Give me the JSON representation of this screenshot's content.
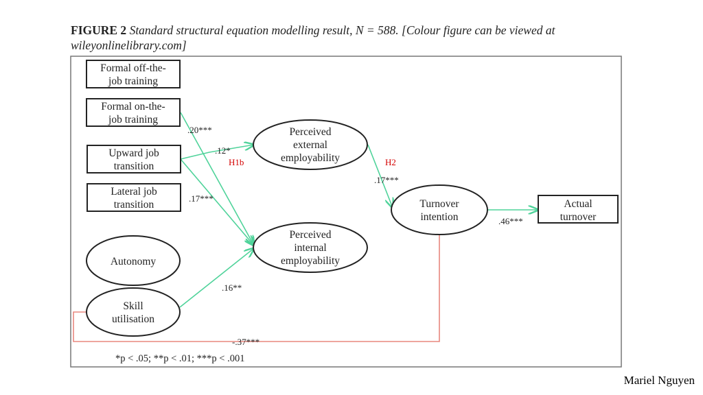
{
  "caption": {
    "label": "FIGURE 2",
    "text": "Standard structural equation modelling result, N = 588. [Colour figure can be viewed at wileyonlinelibrary.com]"
  },
  "nodes": {
    "off_job": [
      "Formal off-the-",
      "job training"
    ],
    "on_job": [
      "Formal on-the-",
      "job training"
    ],
    "upward": [
      "Upward job",
      "transition"
    ],
    "lateral": [
      "Lateral job",
      "transition"
    ],
    "autonomy": [
      "Autonomy"
    ],
    "skill": [
      "Skill",
      "utilisation"
    ],
    "pee": [
      "Perceived",
      "external",
      "employability"
    ],
    "pie": [
      "Perceived",
      "internal",
      "employability"
    ],
    "turnover": [
      "Turnover",
      "intention"
    ],
    "actual": [
      "Actual",
      "turnover"
    ]
  },
  "coefficients": {
    "on_job_pie": ".20***",
    "upward_pee": ".12*",
    "upward_pie": ".17***",
    "skill_pie": ".16**",
    "pee_turnover": ".17***",
    "turnover_actual": ".46***",
    "skill_turnover": "-.37***"
  },
  "annotations": {
    "h1b": "H1b",
    "h2": "H2"
  },
  "footnote": "*p < .05;  **p < .01; ***p < .001",
  "author": "Mariel Nguyen",
  "colors": {
    "path": "#4fd39a",
    "negative": "#e8877e",
    "annotation": "#d40000"
  }
}
